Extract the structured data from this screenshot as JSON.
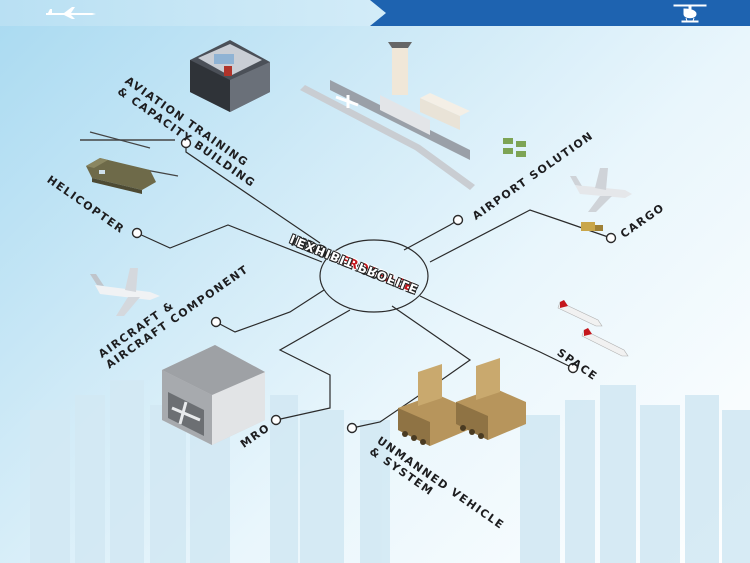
{
  "center": {
    "line1_part1": "INDO ",
    "line1_part2": "AEROSPACE",
    "line2": "EXHIBIT PROFILE"
  },
  "categories": {
    "aviation_training": {
      "line1": "AVIATION TRAINING",
      "line2": "& CAPACITY BUILDING"
    },
    "helicopter": {
      "line1": "HELICOPTER"
    },
    "aircraft": {
      "line1": "AIRCRAFT &",
      "line2": "AIRCRAFT COMPONENT"
    },
    "mro": {
      "line1": "MRO"
    },
    "unmanned": {
      "line1": "UNMANNED VEHICLE",
      "line2": "& SYSTEM"
    },
    "space": {
      "line1": "SPACE"
    },
    "cargo": {
      "line1": "CARGO"
    },
    "airport": {
      "line1": "AIRPORT SOLUTION"
    }
  },
  "colors": {
    "accent_blue": "#1e63b0",
    "accent_red": "#c4161c",
    "line": "#2b2b2b",
    "skyline": "#cfe6f3"
  },
  "icons": [
    "plane-icon",
    "helicopter-icon"
  ]
}
